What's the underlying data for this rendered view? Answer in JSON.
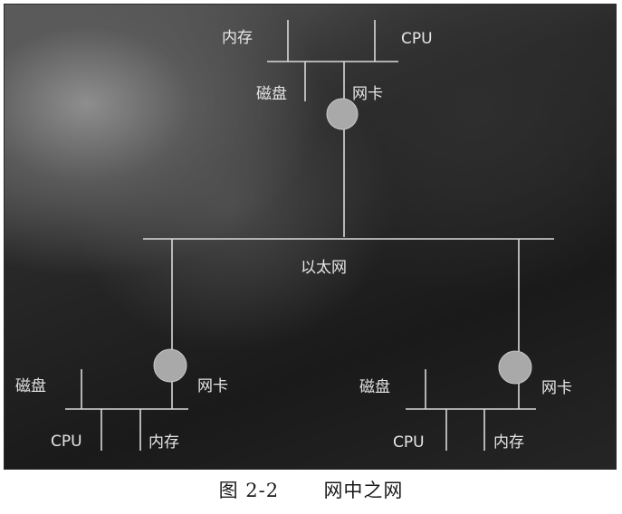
{
  "diagram": {
    "labels": {
      "top_memory": "内存",
      "top_cpu": "CPU",
      "top_disk": "磁盘",
      "top_nic": "网卡",
      "ethernet": "以太网",
      "left_disk": "磁盘",
      "left_nic": "网卡",
      "left_cpu": "CPU",
      "left_memory": "内存",
      "right_disk": "磁盘",
      "right_nic": "网卡",
      "right_cpu": "CPU",
      "right_memory": "内存"
    },
    "colors": {
      "line": "#d9d9d9",
      "nic_circle": "#a9a9a9",
      "label": "#e6e6e6"
    }
  },
  "caption": {
    "figure_number": "图 2-2",
    "title": "网中之网"
  }
}
